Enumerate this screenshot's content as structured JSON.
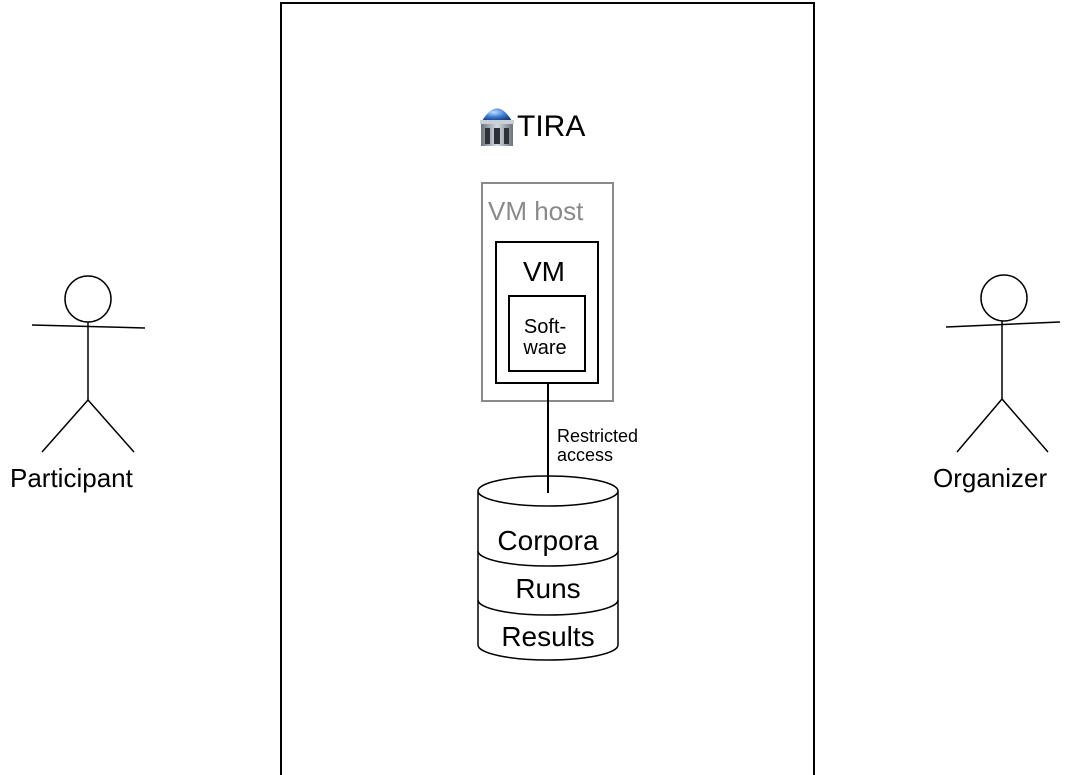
{
  "platform": {
    "name": "TIRA",
    "icon": "dome-building-icon"
  },
  "actors": {
    "left": "Participant",
    "right": "Organizer"
  },
  "vm_host": {
    "label": "VM host"
  },
  "vm": {
    "label": "VM"
  },
  "software": {
    "label": "Soft-\nware"
  },
  "connection": {
    "label": "Restricted\naccess"
  },
  "database": {
    "segments": [
      "Corpora",
      "Runs",
      "Results"
    ]
  },
  "colors": {
    "vm_host_border": "#8a8a8a",
    "dome": "#3a7bd5",
    "building": "#9aa3ad"
  }
}
